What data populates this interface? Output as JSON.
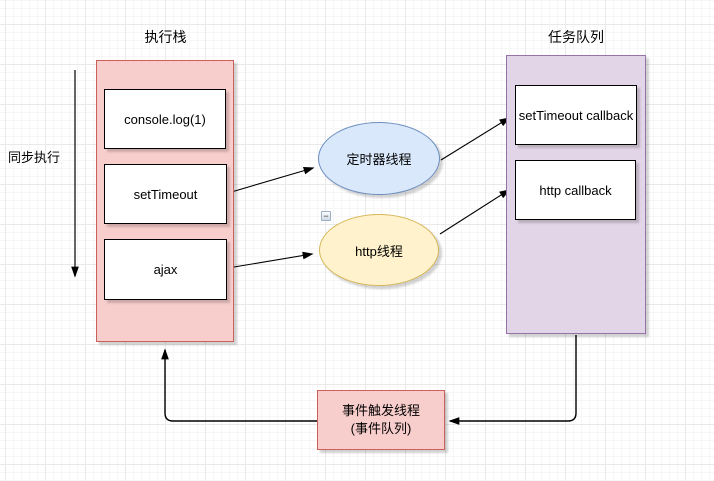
{
  "diagram": {
    "stack": {
      "title": "执行栈",
      "fill": "#F8CECC",
      "stroke": "#C9605C",
      "items": [
        {
          "label": "console.log(1)"
        },
        {
          "label": "setTimeout"
        },
        {
          "label": "ajax"
        }
      ]
    },
    "queue": {
      "title": "任务队列",
      "fill": "#E1D5E7",
      "stroke": "#9673A6",
      "items": [
        {
          "label": "setTimeout callback"
        },
        {
          "label": "http callback"
        }
      ]
    },
    "threads": {
      "timer": {
        "label": "定时器线程",
        "fill": "#DAE8FC",
        "stroke": "#6C8EBF"
      },
      "http": {
        "label": "http线程",
        "fill": "#FFF2CC",
        "stroke": "#D6B656"
      },
      "collapse_icon_glyph": "−"
    },
    "event_thread": {
      "line1": "事件触发线程",
      "line2": "(事件队列)",
      "fill": "#F8CECC",
      "stroke": "#C9605C"
    },
    "sync_label": "同步执行",
    "arrow_color": "#000000"
  }
}
